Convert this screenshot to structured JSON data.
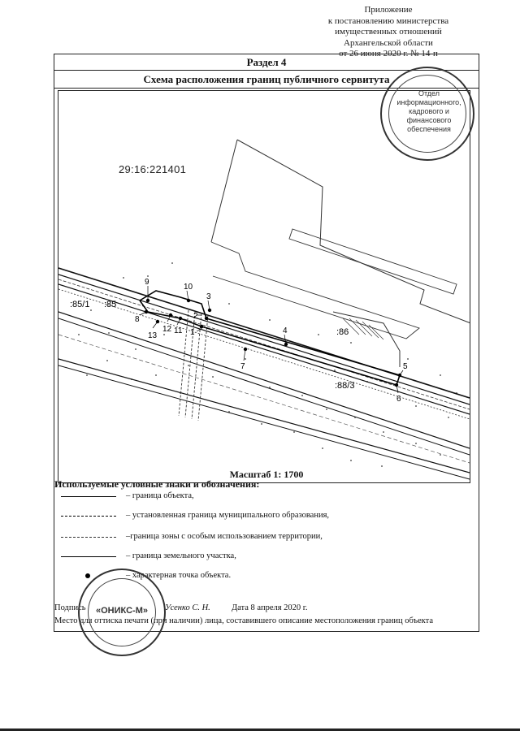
{
  "header": {
    "line1": "Приложение",
    "line2": "к постановлению министерства",
    "line3": "имущественных отношений",
    "line4": "Архангельской области",
    "line5": "от 26 июня 2020 г. № 14-п"
  },
  "section": {
    "label": "Раздел 4"
  },
  "title": "Схема расположения границ публичного сервитута",
  "map": {
    "cadastral_block": "29:16:221401",
    "parcel_labels": [
      ":85/1",
      ":85",
      ":86",
      ":88/3"
    ],
    "point_labels": [
      "1",
      "2",
      "3",
      "4",
      "5",
      "6",
      "7",
      "8",
      "9",
      "10",
      "11",
      "12",
      "13"
    ]
  },
  "scale": "Масштаб 1: 1700",
  "legend": {
    "heading": "Используемые условные знаки и обозначения:",
    "items": [
      {
        "label": "– граница объекта,"
      },
      {
        "label": "– установленная граница муниципального образования,"
      },
      {
        "label": "–граница зоны с особым использованием территории,"
      },
      {
        "label": "– граница земельного участка,"
      },
      {
        "label": "– характерная точка объекта."
      }
    ]
  },
  "signature": {
    "label": "Подпись",
    "name": "Усенко С. Н.",
    "date": "Дата 8 апреля 2020 г."
  },
  "stamp_note": "Место для оттиска печати (при наличии) лица, составившего описание местоположения границ объекта",
  "stamp_top": {
    "line1": "Отдел",
    "line2": "информационного,",
    "line3": "кадрового и",
    "line4": "финансового",
    "line5": "обеспечения"
  },
  "stamp_bottom": {
    "center": "«ОНИКС-М»"
  }
}
